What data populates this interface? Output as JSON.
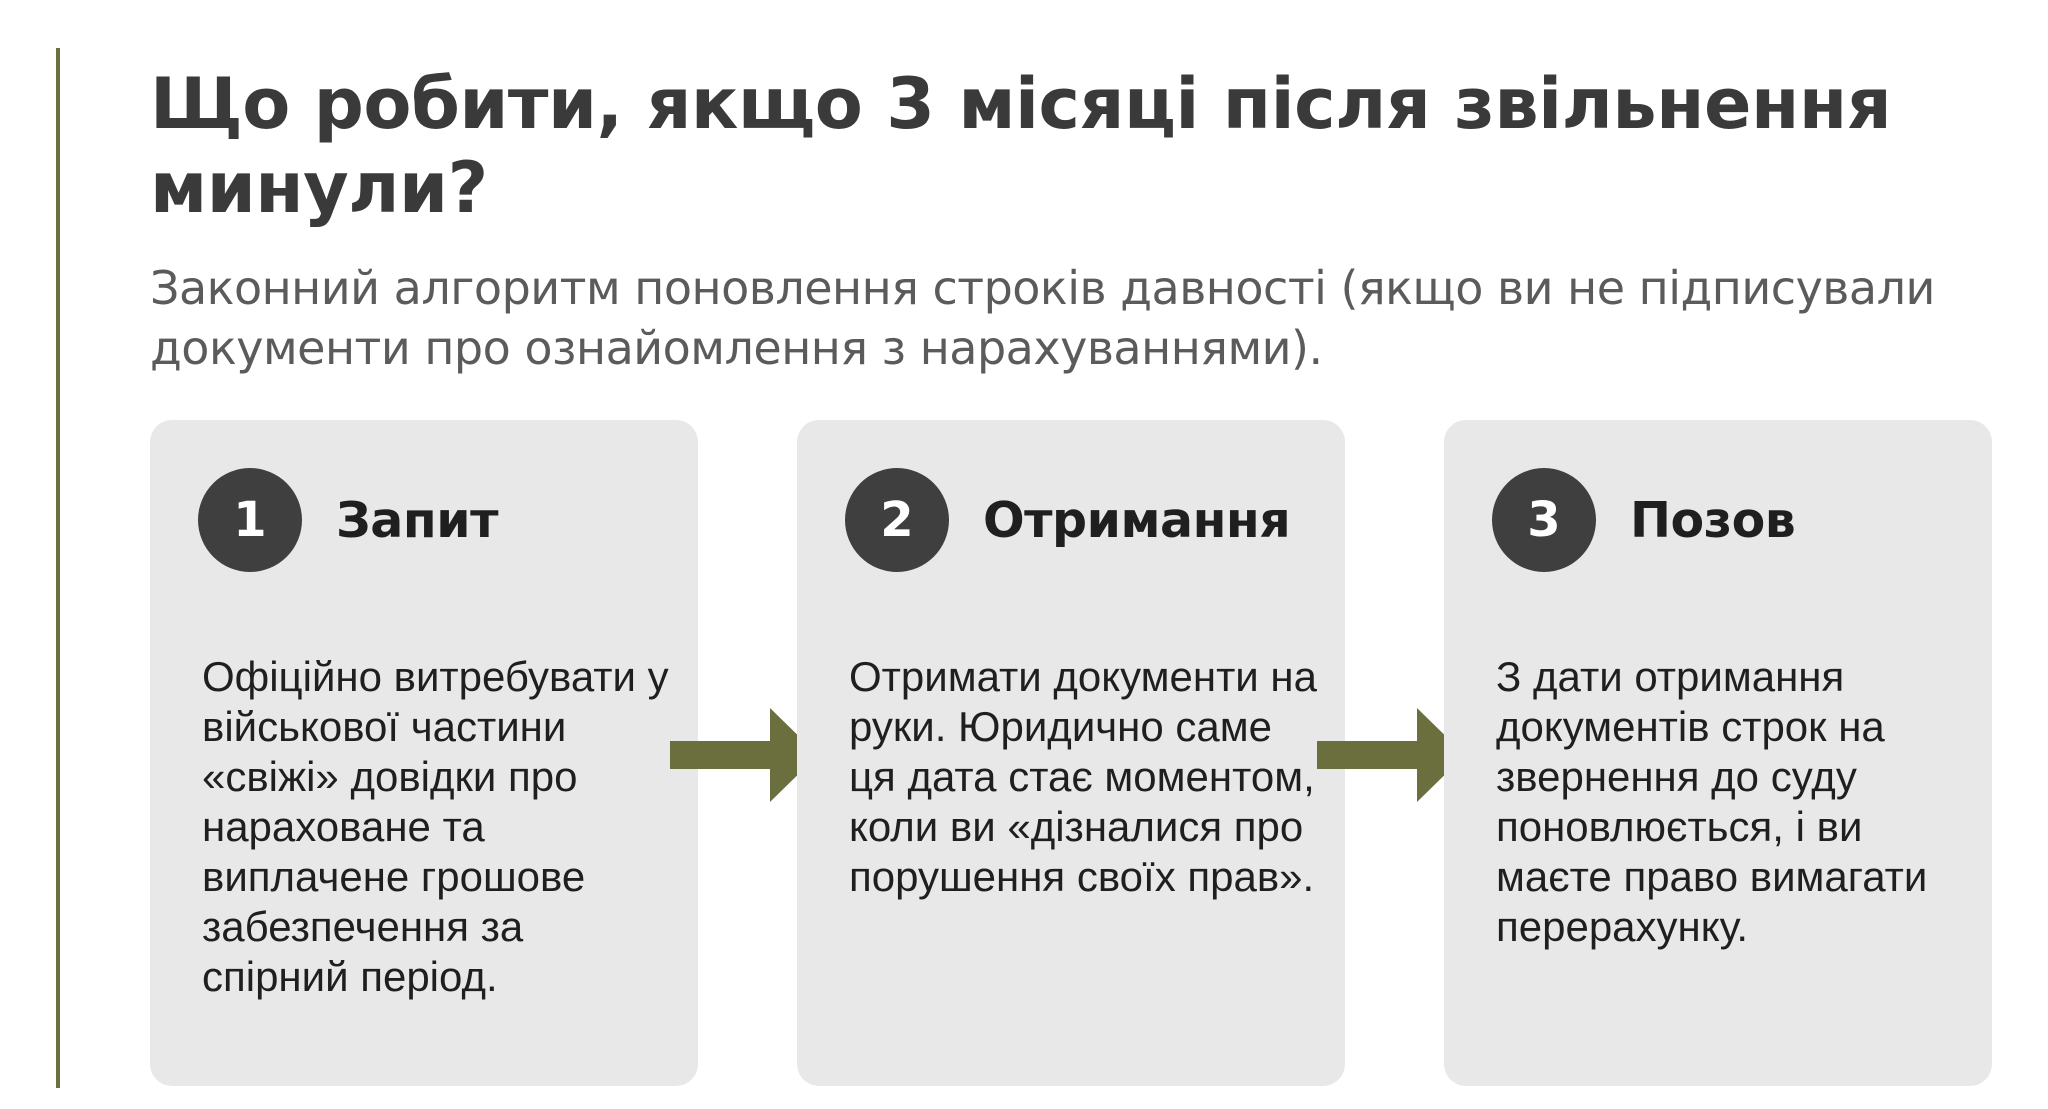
{
  "header": {
    "title": "Що робити, якщо 3 місяці після звільнення минули?",
    "subtitle": "Законний алгоритм поновлення строків давності (якщо ви не підписували документи про ознайомлення з нарахуваннями)."
  },
  "steps": [
    {
      "number": "1",
      "title": "Запит",
      "text": "Офіційно витребувати у військової частини «свіжі» довідки про нараховане та виплачене грошове забезпечення за спірний період."
    },
    {
      "number": "2",
      "title": "Отримання",
      "text": "Отримати документи на руки. Юридично саме ця дата стає моментом, коли ви «дізналися про порушення своїх прав»."
    },
    {
      "number": "3",
      "title": "Позов",
      "text": "З дати отримання документів строк на звернення до суду поновлюється, і ви маєте право вимагати перерахунку."
    }
  ],
  "icons": {
    "arrow": "arrow-right-icon"
  },
  "colors": {
    "accent": "#6b6f3e",
    "card": "#e8e8e8",
    "badge": "#3f3f3f"
  }
}
